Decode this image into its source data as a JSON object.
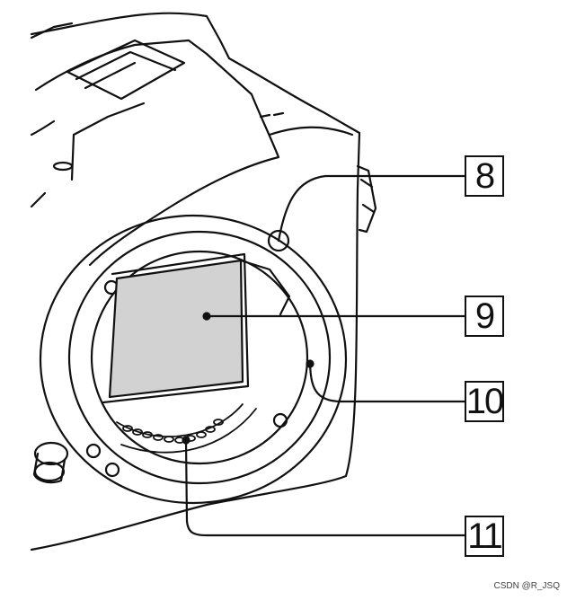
{
  "callouts": [
    {
      "id": "8",
      "label": "8"
    },
    {
      "id": "9",
      "label": "9"
    },
    {
      "id": "10",
      "label": "10"
    },
    {
      "id": "11",
      "label": "11"
    }
  ],
  "watermark": "CSDN @R_JSQ",
  "colors": {
    "line": "#111111",
    "sensor": "#d2d2d2",
    "background": "#ffffff"
  }
}
